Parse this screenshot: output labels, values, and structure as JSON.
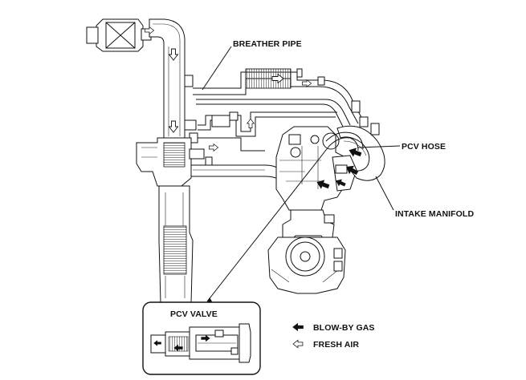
{
  "labels": {
    "breather_pipe": "BREATHER PIPE",
    "pcv_hose": "PCV HOSE",
    "intake_manifold": "INTAKE MANIFOLD",
    "pcv_valve": "PCV VALVE"
  },
  "legend": {
    "blow_by_gas": "BLOW-BY GAS",
    "fresh_air": "FRESH AIR"
  }
}
